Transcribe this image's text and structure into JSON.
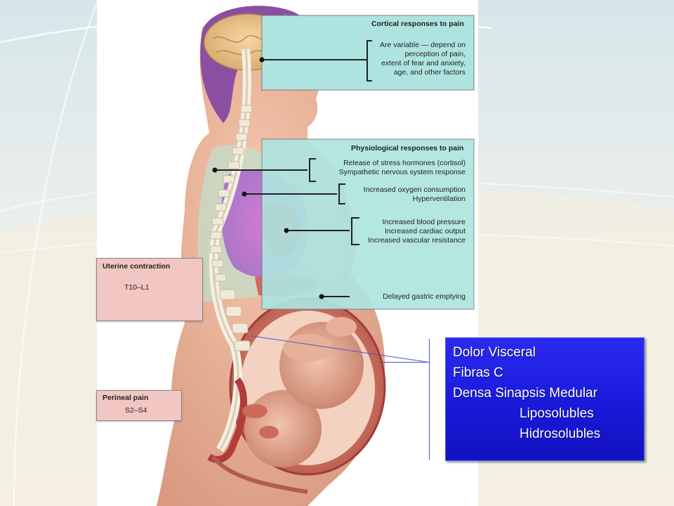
{
  "cortical": {
    "title": "Cortical responses to pain",
    "lines": [
      "Are variable — depend on",
      "perception of pain,",
      "extent of fear and anxiety,",
      "age, and other factors"
    ]
  },
  "physiological": {
    "title": "Physiological responses to pain",
    "group1": [
      "Release of stress hormones (cortisol)",
      "Sympathetic nervous system response"
    ],
    "group2": [
      "Increased oxygen consumption",
      "Hyperventilation"
    ],
    "group3": [
      "Increased blood pressure",
      "Increased cardiac output",
      "Increased vascular resistance"
    ],
    "gastric": "Delayed gastric emptying"
  },
  "uterine": {
    "title": "Uterine contraction",
    "level": "T10–L1"
  },
  "perineal": {
    "title": "Perineal pain",
    "level": "S2–S4"
  },
  "note": {
    "lines": [
      "Dolor Visceral",
      "Fibras C",
      "Densa Sinapsis Medular",
      "Liposolubles",
      "Hidrosolubles"
    ]
  }
}
